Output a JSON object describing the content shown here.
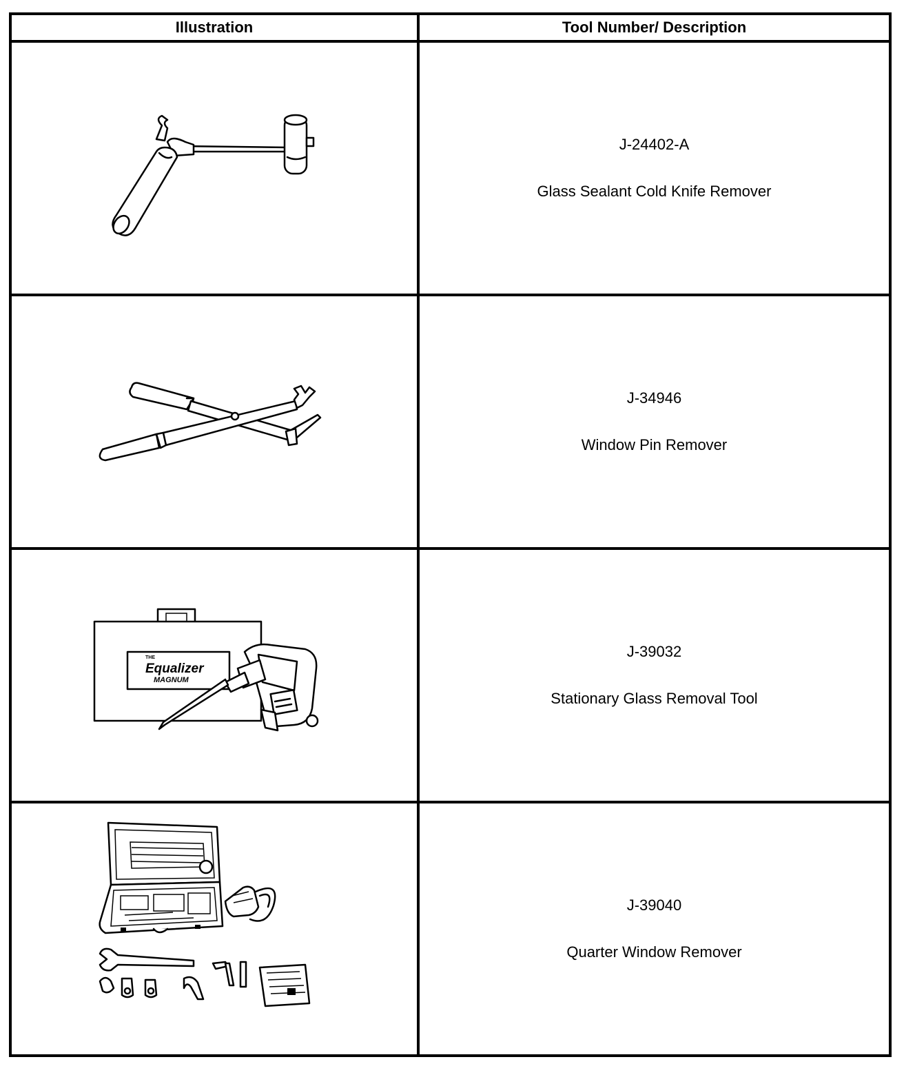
{
  "table": {
    "headers": {
      "illustration": "Illustration",
      "tool": "Tool Number/ Description"
    },
    "rows": [
      {
        "number": "J-24402-A",
        "description": "Glass Sealant Cold Knife Remover",
        "icon": "cold-knife-icon"
      },
      {
        "number": "J-34946",
        "description": "Window Pin Remover",
        "icon": "pin-remover-icon"
      },
      {
        "number": "J-39032",
        "description": "Stationary Glass Removal Tool",
        "icon": "equalizer-kit-icon",
        "illustration_text": {
          "small": "THE",
          "brand": "Equalizer",
          "sub": "MAGNUM"
        }
      },
      {
        "number": "J-39040",
        "description": "Quarter Window Remover",
        "icon": "tool-kit-case-icon"
      }
    ]
  }
}
